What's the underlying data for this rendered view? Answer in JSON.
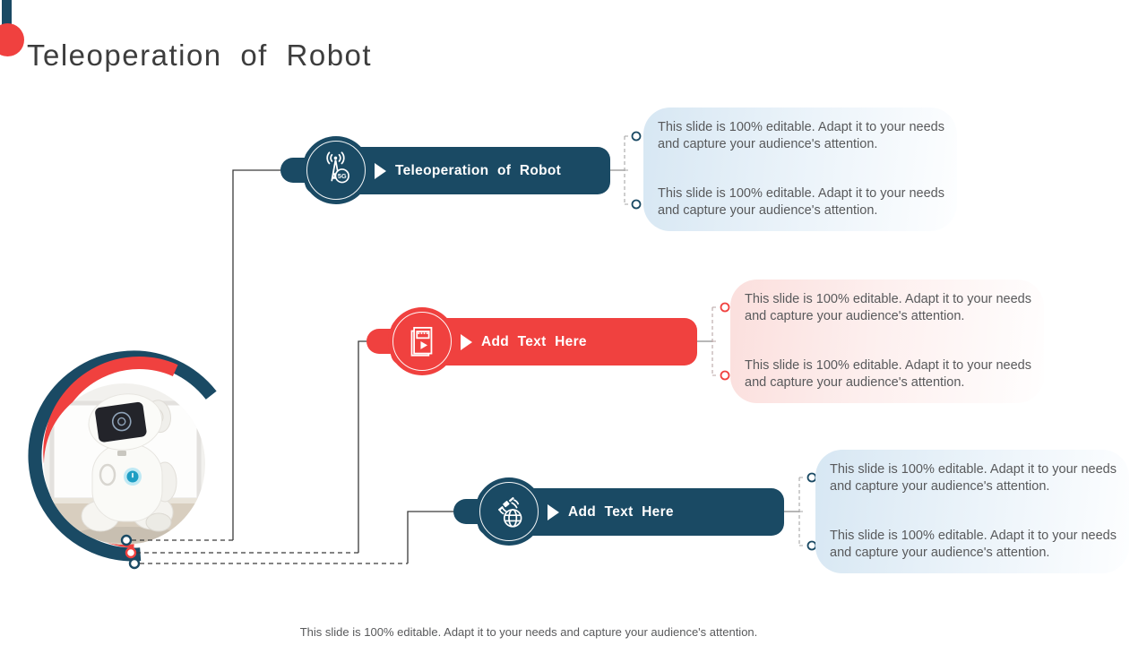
{
  "slide": {
    "title": "Teleoperation of Robot",
    "footer": "This slide is 100% editable. Adapt it to your needs and capture your audience's attention."
  },
  "colors": {
    "navy": "#1A4A64",
    "red": "#F0413F",
    "body_text_gray": "#58595b",
    "title_gray": "#3d3d3d",
    "box_blue_gradient_start": "#d7e7f3",
    "box_pink_gradient_start": "#fbdfdd"
  },
  "icons": {
    "badge_5g": "5G"
  },
  "nodes": [
    {
      "label": "Teleoperation of Robot",
      "icon": "antenna-5g-icon",
      "color": "#1A4A64",
      "desc": [
        "This slide is 100% editable. Adapt it to your needs and capture your audience's attention.",
        "This slide is 100% editable. Adapt it to your needs and capture your audience's attention."
      ]
    },
    {
      "label": "Add Text Here",
      "icon": "video-document-icon",
      "color": "#F0413F",
      "desc": [
        "This slide is 100% editable. Adapt it to your needs and capture your audience's attention.",
        "This slide is 100% editable. Adapt it to your needs and capture your audience's attention."
      ]
    },
    {
      "label": "Add Text Here",
      "icon": "satellite-globe-icon",
      "color": "#1A4A64",
      "desc": [
        "This slide is 100% editable. Adapt it to your needs and capture your audience's attention.",
        "This slide is 100% editable. Adapt it to your needs and capture your audience's attention."
      ]
    }
  ]
}
